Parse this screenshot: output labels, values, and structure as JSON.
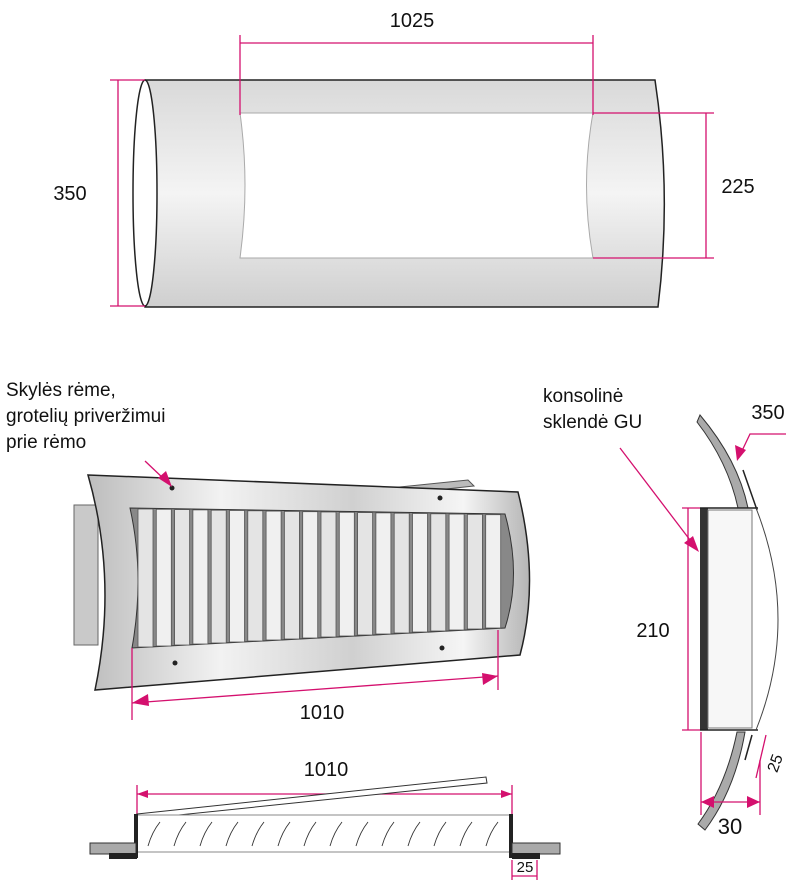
{
  "top_view": {
    "width_dim": "1025",
    "height_dim": "350",
    "opening_dim": "225"
  },
  "grille_view": {
    "note_lines": [
      "Skylės rėme,",
      "grotelių priveržimui",
      "prie rėmo"
    ],
    "width_dim": "1010"
  },
  "side_view": {
    "note_lines": [
      "konsolinė",
      "sklendė GU"
    ],
    "radius_dim": "350",
    "height_dim": "210",
    "depth_dim": "30",
    "flange_dim": "25"
  },
  "section_view": {
    "width_dim": "1010",
    "flange_dim": "25"
  },
  "colors": {
    "dimension": "#d4106e",
    "metal": "#c8c8c8"
  }
}
